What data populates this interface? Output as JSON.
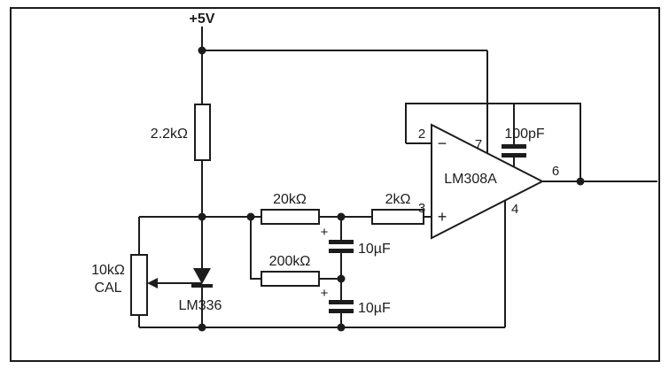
{
  "schematic": {
    "supply": {
      "label": "+5V"
    },
    "resistors": {
      "r_2k2": {
        "label": "2.2kΩ"
      },
      "r_20k": {
        "label": "20kΩ"
      },
      "r_200k": {
        "label": "200kΩ"
      },
      "r_2k": {
        "label": "2kΩ"
      }
    },
    "potentiometer": {
      "value": "10kΩ",
      "caption": "CAL"
    },
    "voltage_reference": {
      "label": "LM336"
    },
    "capacitors": {
      "c_10uf_upper": {
        "value": "10µF",
        "polarity": "+"
      },
      "c_10uf_lower": {
        "value": "10µF",
        "polarity": "+"
      },
      "c_100pf": {
        "value": "100pF"
      }
    },
    "opamp": {
      "label": "LM308A",
      "minus_sign": "−",
      "plus_sign": "+",
      "pins": {
        "inverting": "2",
        "noninverting": "3",
        "v_plus": "7",
        "v_minus": "4",
        "output": "6"
      }
    }
  }
}
